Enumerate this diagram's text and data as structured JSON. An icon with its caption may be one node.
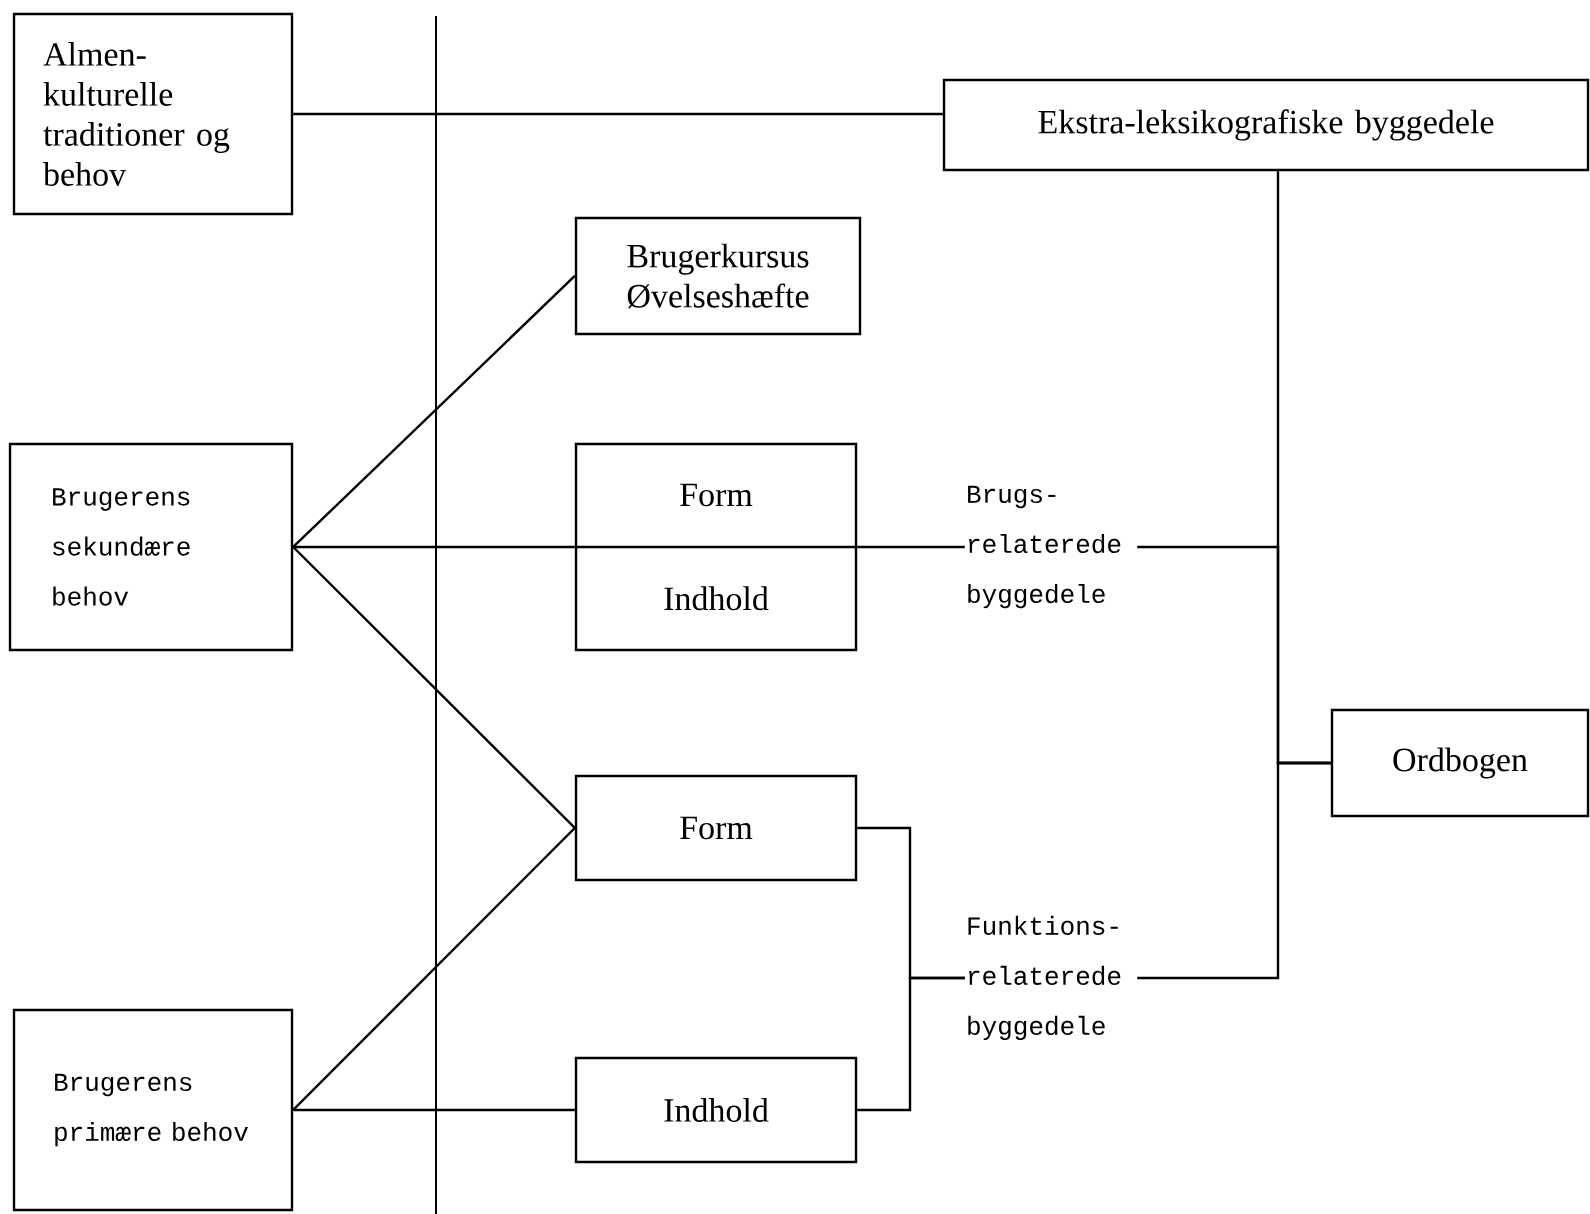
{
  "diagram": {
    "nodes": [
      {
        "text": [
          "Almen- kulturelle traditioner og behov"
        ]
      },
      {
        "text": [
          "Ekstra-leksikografiske byggedele"
        ]
      },
      {
        "text": [
          "Brugerkursus Øvelseshæfte"
        ]
      },
      {
        "text": [
          "Brugerens sekundære behov"
        ]
      },
      {
        "text": [
          "Form",
          "Indhold"
        ]
      },
      {
        "text": [
          "Brugs- relaterede byggedele"
        ]
      },
      {
        "text": [
          "Ordbogen"
        ]
      },
      {
        "text": [
          "Form"
        ]
      },
      {
        "text": [
          "Funktions- relaterede byggedele"
        ]
      },
      {
        "text": [
          "Brugerens primære behov"
        ]
      },
      {
        "text": [
          "Indhold"
        ]
      }
    ],
    "edges": [
      {
        "from": 0,
        "to": 1,
        "arrow": "none"
      },
      {
        "from": 3,
        "to": 2,
        "arrow": "none"
      },
      {
        "from": 3,
        "to": 4,
        "arrow": "none"
      },
      {
        "from": 3,
        "to": 7,
        "arrow": "none"
      },
      {
        "from": 9,
        "to": 7,
        "arrow": "none"
      },
      {
        "from": 9,
        "to": 10,
        "arrow": "none"
      },
      {
        "from": 4,
        "to": 5,
        "arrow": "none"
      },
      {
        "from": 1,
        "to": 6,
        "arrow": "none"
      },
      {
        "from": 5,
        "to": 6,
        "arrow": "none"
      },
      {
        "from": 7,
        "to": 8,
        "arrow": "none"
      },
      {
        "from": 10,
        "to": 8,
        "arrow": "none"
      },
      {
        "from": 8,
        "to": 6,
        "arrow": "none"
      }
    ]
  }
}
